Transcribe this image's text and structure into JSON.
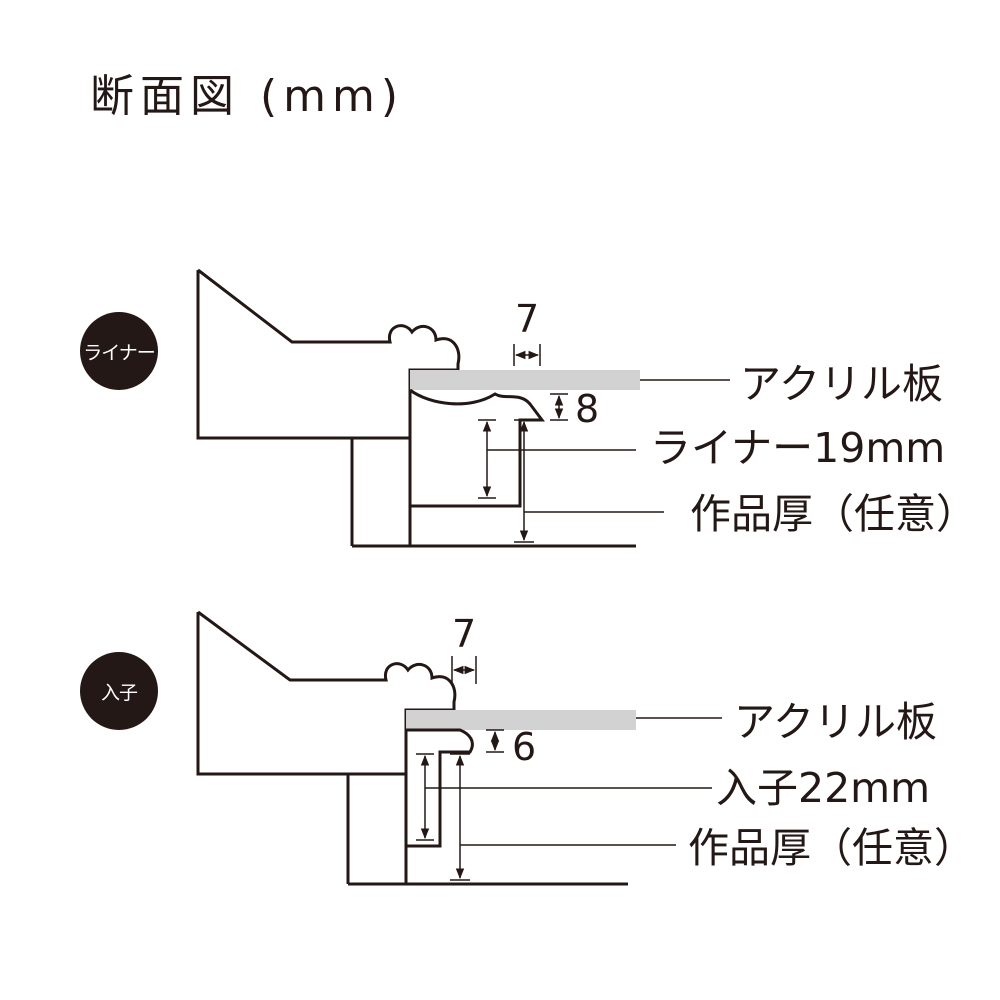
{
  "title": "断面図 (mm)",
  "colors": {
    "ink": "#231815",
    "acrylic": "#d2d2d2",
    "badge_text": "#ffffff"
  },
  "sections": [
    {
      "badge": "ライナー",
      "dim_top": "7",
      "dim_side": "8",
      "labels": {
        "acrylic": "アクリル板",
        "part": "ライナー19mm",
        "artwork": "作品厚（任意）"
      }
    },
    {
      "badge": "入子",
      "dim_top": "7",
      "dim_side": "6",
      "labels": {
        "acrylic": "アクリル板",
        "part": "入子22mm",
        "artwork": "作品厚（任意）"
      }
    }
  ]
}
